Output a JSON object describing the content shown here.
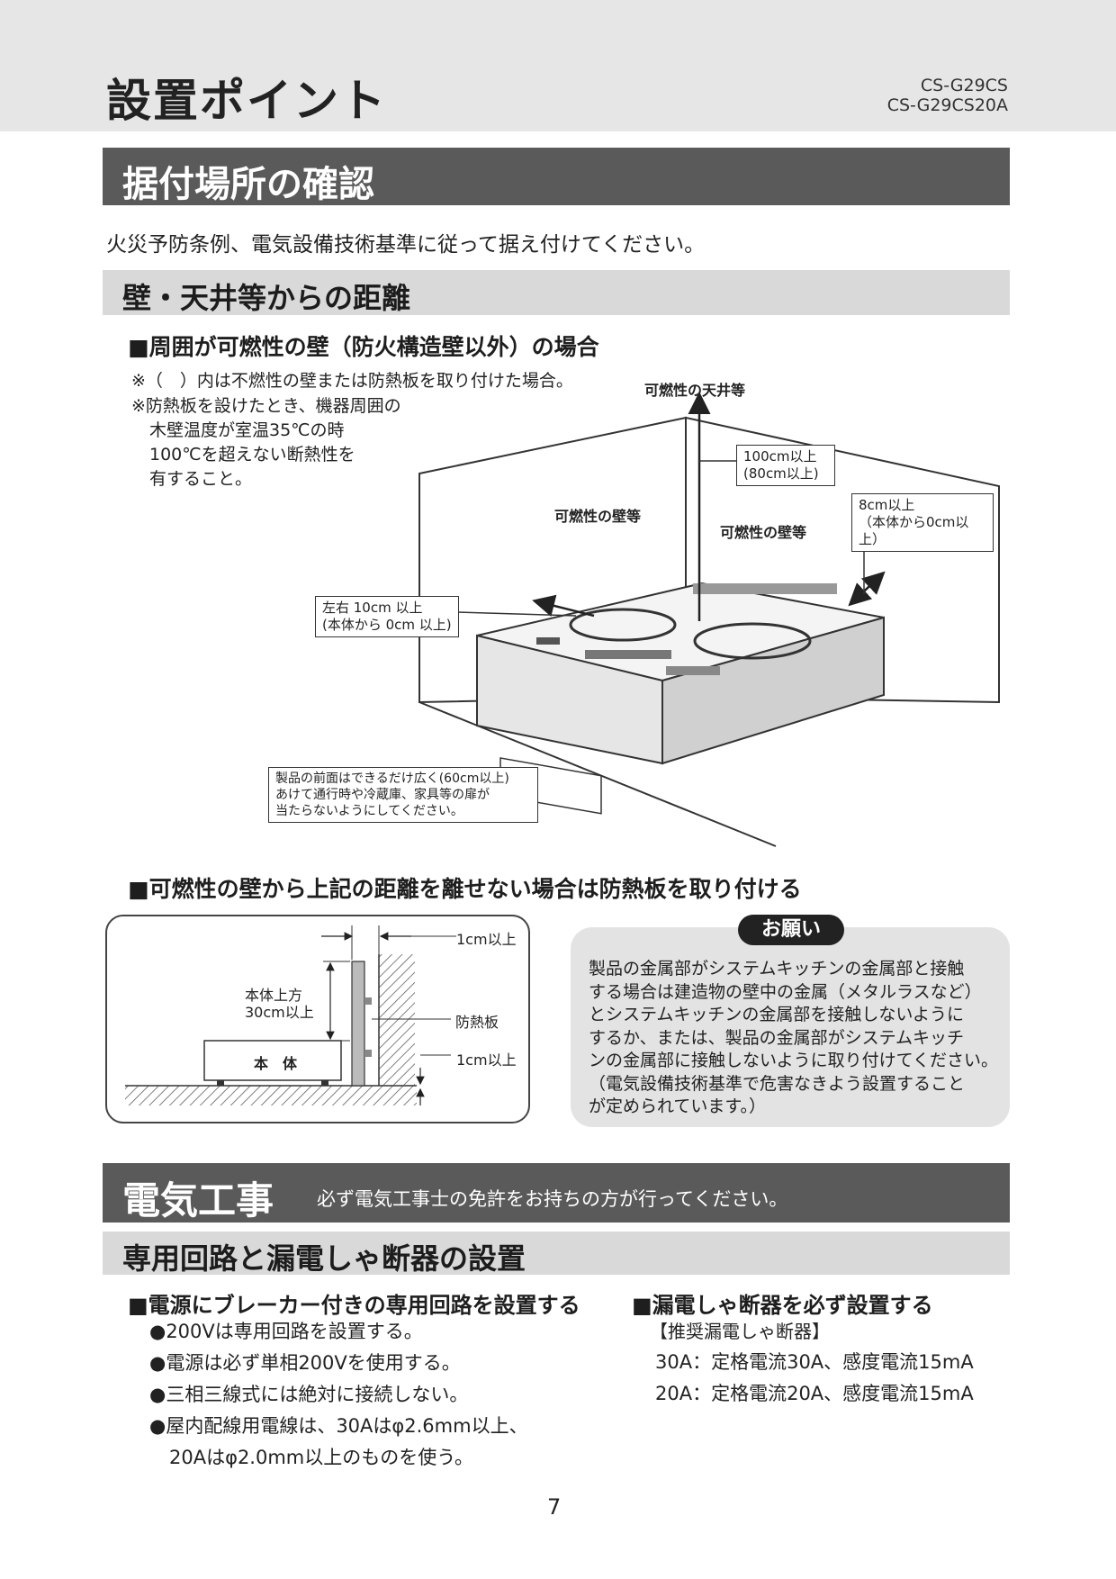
{
  "header": {
    "title": "設置ポイント",
    "models": [
      "CS-G29CS",
      "CS-G29CS20A"
    ]
  },
  "section1": {
    "title": "据付場所の確認",
    "lead": "火災予防条例、電気設備技術基準に従って据え付けてください。",
    "subsection_title": "壁・天井等からの距離",
    "case1_heading": "■周囲が可燃性の壁（防火構造壁以外）の場合",
    "note1": "※（　）内は不燃性の壁または防熱板を取り付けた場合。",
    "note2_lines": [
      "※防熱板を設けたとき、機器周囲の",
      "木壁温度が室温35℃の時",
      "100℃を超えない断熱性を",
      "有すること。"
    ],
    "diagram": {
      "ceiling_label": "可燃性の天井等",
      "wall_left_label": "可燃性の壁等",
      "wall_back_label": "可燃性の壁等",
      "top_callout": [
        "100cm以上",
        "(80cm以上)"
      ],
      "back_callout": [
        "8cm以上",
        "（本体から0cm以上）"
      ],
      "side_callout": [
        "左右 10cm 以上",
        "(本体から 0cm 以上)"
      ],
      "front_note": [
        "製品の前面はできるだけ広く(60cm以上)",
        "あけて通行時や冷蔵庫、家具等の扉が",
        "当たらないようにしてください。"
      ]
    },
    "case2_heading": "■可燃性の壁から上記の距離を離せない場合は防熱板を取り付ける",
    "diagram2": {
      "gap_top": "1cm以上",
      "height_label": [
        "本体上方",
        "30cm以上"
      ],
      "board_label": "防熱板",
      "gap_bottom": "1cm以上",
      "body_label": "本　体"
    },
    "onegai": {
      "badge": "お願い",
      "lines": [
        "製品の金属部がシステムキッチンの金属部と接触",
        "する場合は建造物の壁中の金属（メタルラスなど）",
        "とシステムキッチンの金属部を接触しないように",
        "するか、または、製品の金属部がシステムキッチ",
        "ンの金属部に接触しないように取り付けてください。",
        "（電気設備技術基準で危害なきよう設置すること",
        "が定められています。）"
      ]
    }
  },
  "section2": {
    "title": "電気工事",
    "title_note": "必ず電気工事士の免許をお持ちの方が行ってください。",
    "subsection_title": "専用回路と漏電しゃ断器の設置",
    "left_heading": "■電源にブレーカー付きの専用回路を設置する",
    "left_bullets": [
      "●200Vは専用回路を設置する。",
      "●電源は必ず単相200Vを使用する。",
      "●三相三線式には絶対に接続しない。",
      "●屋内配線用電線は、30Aはφ2.6mm以上、"
    ],
    "left_bullet_cont": "20Aはφ2.0mm以上のものを使う。",
    "right_heading": "■漏電しゃ断器を必ず設置する",
    "right_sub": "【推奨漏電しゃ断器】",
    "right_items": [
      "30A：定格電流30A、感度電流15mA",
      "20A：定格電流20A、感度電流15mA"
    ]
  },
  "page_number": "7"
}
